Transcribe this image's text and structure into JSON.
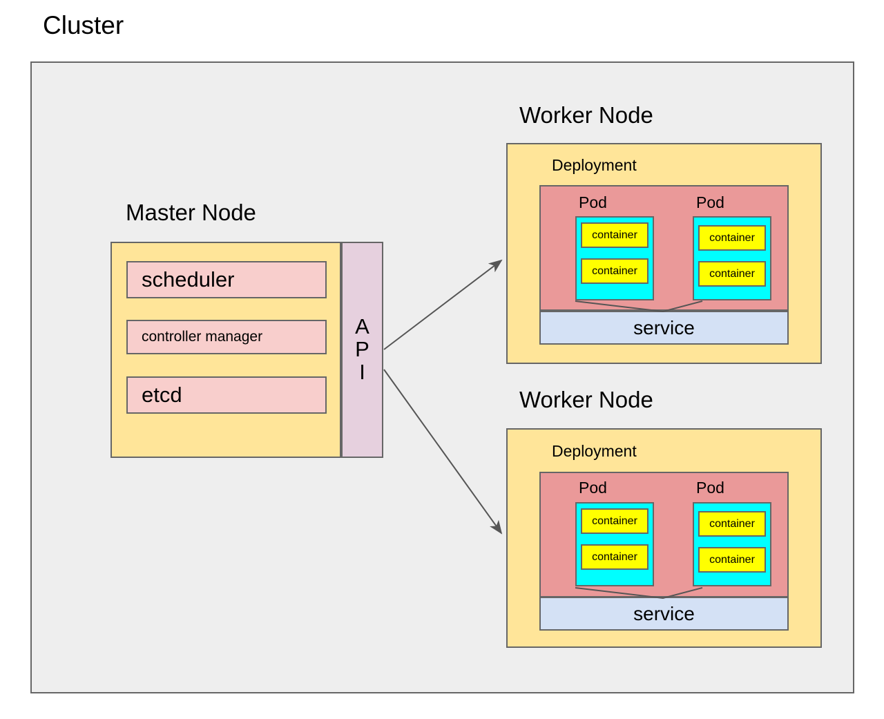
{
  "diagram": {
    "type": "architecture-diagram",
    "title": "Cluster",
    "background_color": "#ffffff"
  },
  "cluster": {
    "label": "Cluster",
    "fill": "#eeeeee",
    "stroke": "#666666"
  },
  "master_node": {
    "label": "Master Node",
    "fill": "#ffe599",
    "stroke": "#666666",
    "components": [
      {
        "label": "scheduler",
        "fill": "#f8cecc",
        "size": "big"
      },
      {
        "label": "controller manager",
        "fill": "#f8cecc",
        "size": "small"
      },
      {
        "label": "etcd",
        "fill": "#f8cecc",
        "size": "big"
      }
    ],
    "api": {
      "label": "API",
      "letters": [
        "A",
        "P",
        "I"
      ],
      "fill": "#e6d0de",
      "stroke": "#666666"
    }
  },
  "worker_nodes": [
    {
      "label": "Worker Node",
      "fill": "#ffe599",
      "deployment": {
        "label": "Deployment",
        "fill": "#ea9999",
        "pods": [
          {
            "label": "Pod",
            "fill": "#00ffff",
            "containers": [
              {
                "label": "container",
                "fill": "#ffff00"
              },
              {
                "label": "container",
                "fill": "#ffff00"
              }
            ]
          },
          {
            "label": "Pod",
            "fill": "#00ffff",
            "containers": [
              {
                "label": "container",
                "fill": "#ffff00"
              },
              {
                "label": "container",
                "fill": "#ffff00"
              }
            ]
          }
        ]
      },
      "service": {
        "label": "service",
        "fill": "#d4e1f5"
      }
    },
    {
      "label": "Worker Node",
      "fill": "#ffe599",
      "deployment": {
        "label": "Deployment",
        "fill": "#ea9999",
        "pods": [
          {
            "label": "Pod",
            "fill": "#00ffff",
            "containers": [
              {
                "label": "container",
                "fill": "#ffff00"
              },
              {
                "label": "container",
                "fill": "#ffff00"
              }
            ]
          },
          {
            "label": "Pod",
            "fill": "#00ffff",
            "containers": [
              {
                "label": "container",
                "fill": "#ffff00"
              },
              {
                "label": "container",
                "fill": "#ffff00"
              }
            ]
          }
        ]
      },
      "service": {
        "label": "service",
        "fill": "#d4e1f5"
      }
    }
  ],
  "edges": [
    {
      "from": "api",
      "to": "worker-node-1",
      "style": "arrow",
      "color": "#555555"
    },
    {
      "from": "api",
      "to": "worker-node-2",
      "style": "arrow",
      "color": "#555555"
    }
  ]
}
